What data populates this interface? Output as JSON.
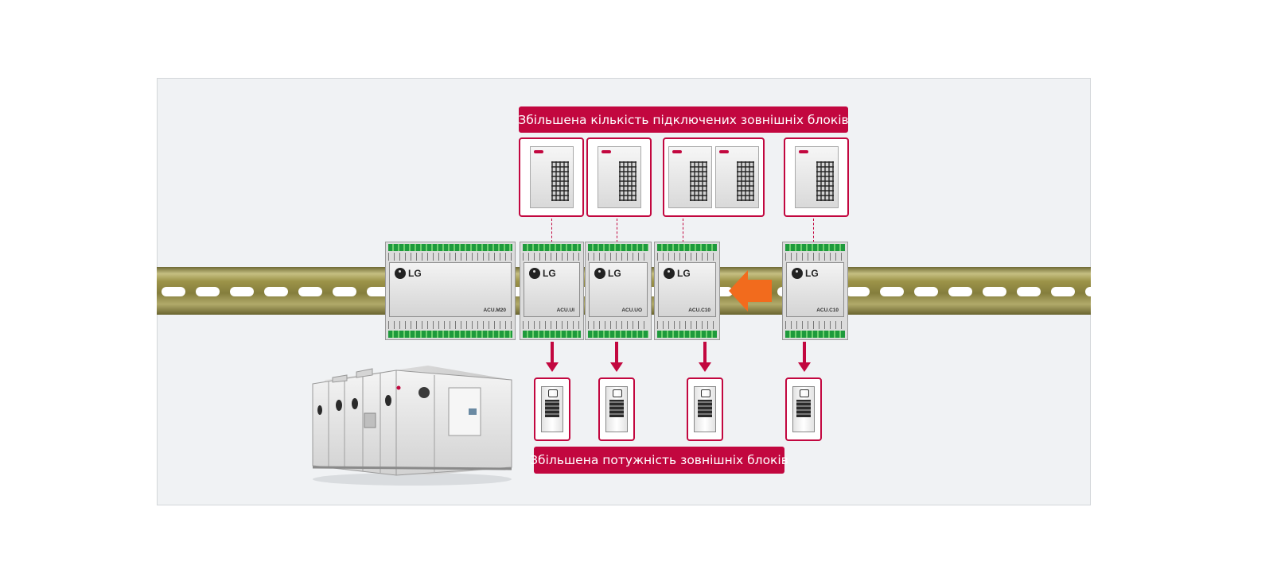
{
  "banners": {
    "top": "Збільшена кількість підключених зовнішніх блоків",
    "bottom": "Збільшена потужність зовнішніх блоків"
  },
  "brand": "LG",
  "modules": [
    {
      "model": "ACU.M20"
    },
    {
      "model": "ACU.UI"
    },
    {
      "model": "ACU.UO"
    },
    {
      "model": "ACU.C10"
    },
    {
      "model": "ACU.C10"
    }
  ],
  "colors": {
    "accent": "#c2073f",
    "expansion_arrow": "#f26b1d",
    "panel_background": "#f0f2f4"
  },
  "icons": {
    "outdoor_unit": "outdoor-unit-icon",
    "indoor_valve_kit": "valve-kit-icon",
    "air_handling_unit": "ahu-icon",
    "expansion_arrow": "left-arrow-icon"
  }
}
